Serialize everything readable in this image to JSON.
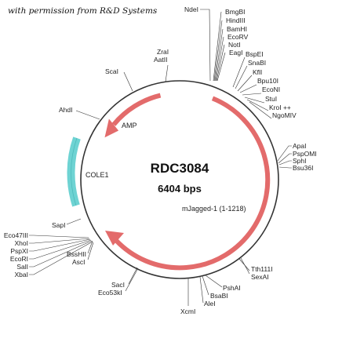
{
  "credit": "with permission from R&D Systems",
  "plasmid": {
    "name": "RDC3084",
    "size": "6404 bps"
  },
  "colors": {
    "arrow": "#e36b6b",
    "ori": "#6ed3d3",
    "backbone": "#333333"
  },
  "features": [
    {
      "name": "AMP",
      "kind": "arrow"
    },
    {
      "name": "COLE1",
      "kind": "box"
    },
    {
      "name": "mJagged-1 (1-1218)",
      "kind": "arrow"
    }
  ],
  "sites": [
    {
      "id": "ndei",
      "label": "NdeI"
    },
    {
      "id": "bmgbi",
      "label": "BmgBI"
    },
    {
      "id": "hindiii",
      "label": "HindIII"
    },
    {
      "id": "bamhi",
      "label": "BamHI"
    },
    {
      "id": "ecorv",
      "label": "EcoRV"
    },
    {
      "id": "noti",
      "label": "NotI"
    },
    {
      "id": "eagi",
      "label": "EagI"
    },
    {
      "id": "bspei",
      "label": "BspEI"
    },
    {
      "id": "snabi",
      "label": "SnaBI"
    },
    {
      "id": "kfli",
      "label": "KflI"
    },
    {
      "id": "bpu10i",
      "label": "Bpu10I"
    },
    {
      "id": "econi",
      "label": "EcoNI"
    },
    {
      "id": "stui",
      "label": "StuI"
    },
    {
      "id": "kroi",
      "label": "KroI ++"
    },
    {
      "id": "ngomiv",
      "label": "NgoMIV"
    },
    {
      "id": "apai",
      "label": "ApaI"
    },
    {
      "id": "psp0mi",
      "label": "PspOMI"
    },
    {
      "id": "sphi",
      "label": "SphI"
    },
    {
      "id": "bsu36i",
      "label": "Bsu36I"
    },
    {
      "id": "tth111i",
      "label": "Tth111I"
    },
    {
      "id": "sexai",
      "label": "SexAI"
    },
    {
      "id": "pshai",
      "label": "PshAI"
    },
    {
      "id": "bsabi",
      "label": "BsaBI"
    },
    {
      "id": "alei",
      "label": "AleI"
    },
    {
      "id": "xcmi",
      "label": "XcmI"
    },
    {
      "id": "saci",
      "label": "SacI"
    },
    {
      "id": "eco53ki",
      "label": "Eco53kI"
    },
    {
      "id": "bsshii",
      "label": "BssHII"
    },
    {
      "id": "asci",
      "label": "AscI"
    },
    {
      "id": "eco47iii",
      "label": "Eco47III"
    },
    {
      "id": "xhoi",
      "label": "XhoI"
    },
    {
      "id": "pspxi",
      "label": "PspXI"
    },
    {
      "id": "ecori",
      "label": "EcoRI"
    },
    {
      "id": "sali",
      "label": "SalI"
    },
    {
      "id": "xbai",
      "label": "XbaI"
    },
    {
      "id": "sapi",
      "label": "SapI"
    },
    {
      "id": "ahdi",
      "label": "AhdI"
    },
    {
      "id": "scai",
      "label": "ScaI"
    },
    {
      "id": "zrai",
      "label": "ZraI"
    },
    {
      "id": "aatii",
      "label": "AatII"
    }
  ]
}
